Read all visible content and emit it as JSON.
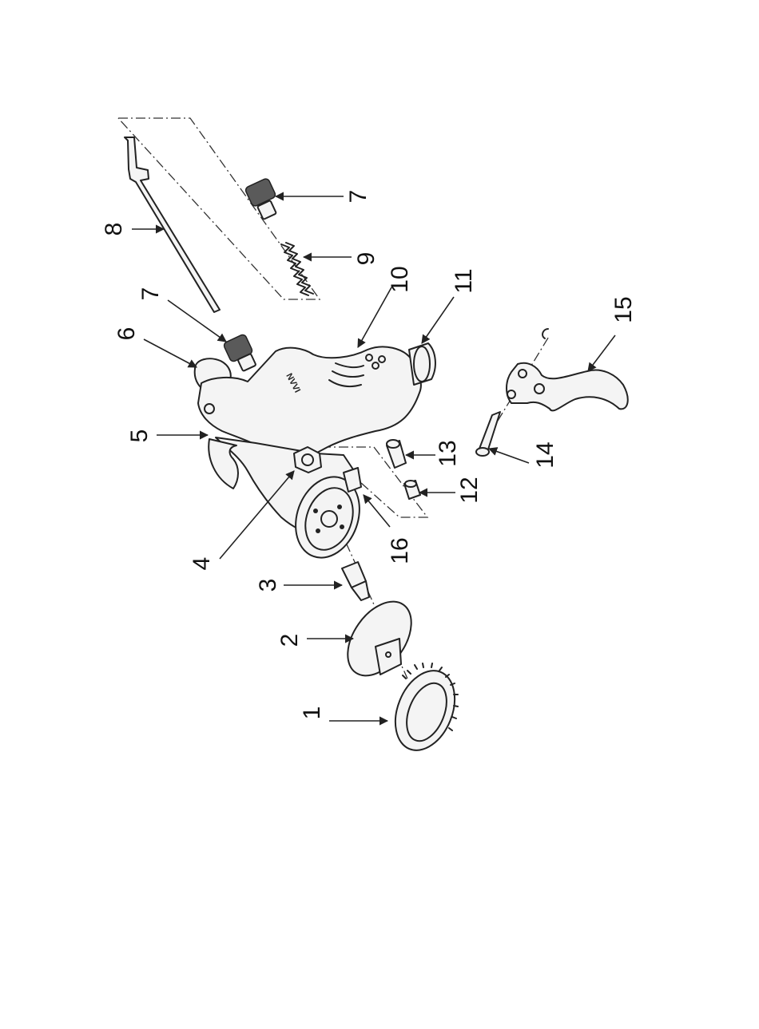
{
  "callouts": [
    {
      "id": "1",
      "label": "1"
    },
    {
      "id": "2",
      "label": "2"
    },
    {
      "id": "3",
      "label": "3"
    },
    {
      "id": "4",
      "label": "4"
    },
    {
      "id": "5",
      "label": "5"
    },
    {
      "id": "6",
      "label": "6"
    },
    {
      "id": "7a",
      "label": "7"
    },
    {
      "id": "7b",
      "label": "7"
    },
    {
      "id": "8",
      "label": "8"
    },
    {
      "id": "9",
      "label": "9"
    },
    {
      "id": "10",
      "label": "10"
    },
    {
      "id": "11",
      "label": "11"
    },
    {
      "id": "12",
      "label": "12"
    },
    {
      "id": "13",
      "label": "13"
    },
    {
      "id": "14",
      "label": "14"
    },
    {
      "id": "15",
      "label": "15"
    },
    {
      "id": "16",
      "label": "16"
    }
  ],
  "parts": {
    "air_cap_ring": "air-cap-ring",
    "air_cap": "air-cap",
    "fluid_nozzle": "fluid-nozzle",
    "fluid_inlet_nut": "fluid-inlet-nut",
    "gun_body": "gun-body",
    "pattern_knob": "pattern-adjustment-knob",
    "fluid_knob": "fluid-adjustment-knob",
    "needle": "fluid-needle",
    "needle_spring": "needle-spring",
    "handle": "handle",
    "air_inlet": "air-inlet-fitting",
    "air_valve_seal": "air-valve-seal",
    "air_valve": "air-valve",
    "trigger_pin": "trigger-pin",
    "trigger": "trigger",
    "nozzle_gasket": "nozzle-seat"
  },
  "brand_mark": "NVVI"
}
